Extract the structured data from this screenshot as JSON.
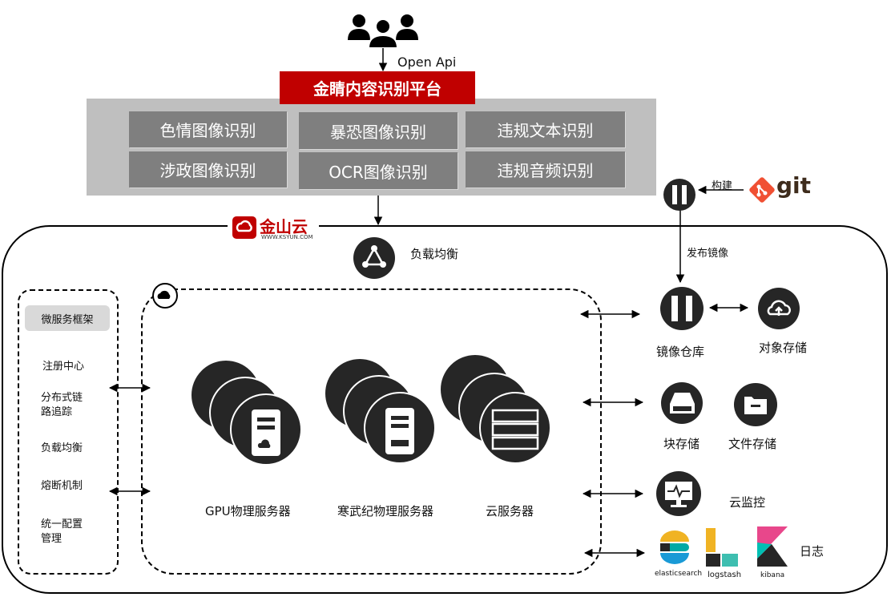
{
  "api_label": "Open Api",
  "platform_title": "金睛内容识别平台",
  "services": [
    "色情图像识别",
    "暴恐图像识别",
    "违规文本识别",
    "涉政图像识别",
    "OCR图像识别",
    "违规音频识别"
  ],
  "cloud_brand": {
    "name": "金山云",
    "url": "WWW.KSYUN.COM"
  },
  "load_balancer": "负载均衡",
  "microservice": {
    "title": "微服务框架",
    "items": [
      "注册中心",
      "分布式链\n路追踪",
      "负载均衡",
      "熔断机制",
      "统一配置\n管理"
    ]
  },
  "servers": [
    "GPU物理服务器",
    "寒武纪物理服务器",
    "云服务器"
  ],
  "build_label": "构建",
  "git_label": "git",
  "publish_label": "发布镜像",
  "registry_label": "镜像仓库",
  "object_storage": "对象存储",
  "block_storage": "块存储",
  "file_storage": "文件存储",
  "monitor": "云监控",
  "logs": {
    "label": "日志",
    "tools": [
      "elasticsearch",
      "logstash",
      "kibana"
    ]
  },
  "colors": {
    "brand_red": "#c00000",
    "panel_gray": "#bfbfbf",
    "service_gray": "#7f7f7f",
    "icon_dark": "#262626",
    "git_orange": "#f05033"
  }
}
